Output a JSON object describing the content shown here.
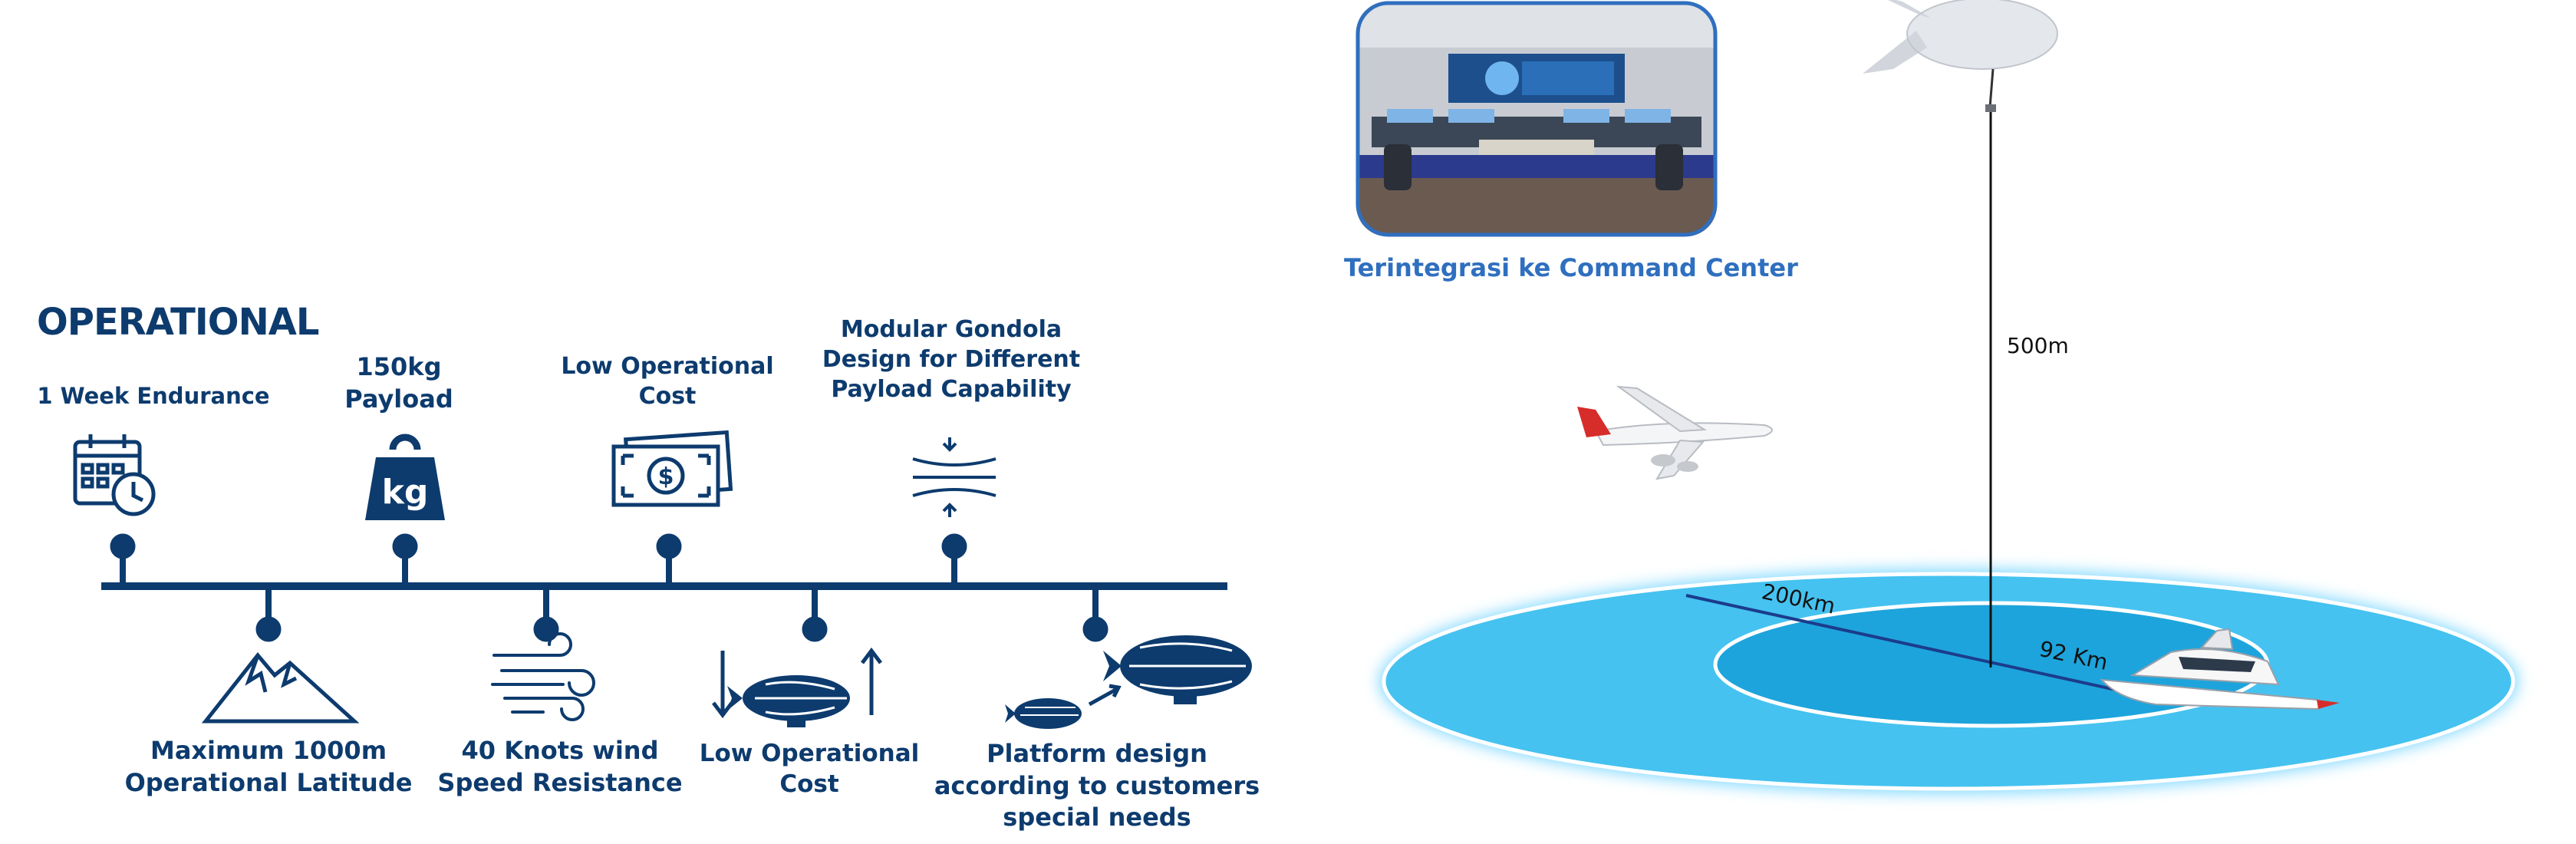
{
  "operational": {
    "title": "OPERATIONAL",
    "top_items": [
      {
        "label": "1 Week Endurance",
        "icon": "calendar-clock-icon"
      },
      {
        "label": "150kg\nPayload",
        "icon": "kg-weight-icon"
      },
      {
        "label": "Low Operational\nCost",
        "icon": "cash-icon"
      },
      {
        "label": "Modular Gondola\nDesign for Different\nPayload Capability",
        "icon": "compress-icon"
      }
    ],
    "bottom_items": [
      {
        "label": "Maximum 1000m\nOperational Latitude",
        "icon": "mountain-icon"
      },
      {
        "label": "40 Knots wind\nSpeed Resistance",
        "icon": "wind-icon"
      },
      {
        "label": "Low Operational\nCost",
        "icon": "airship-updown-icon"
      },
      {
        "label": "Platform design\naccording to customers\nspecial needs",
        "icon": "airships-icon"
      }
    ]
  },
  "coverage": {
    "command_center_caption": "Terintegrasi ke Command Center",
    "altitude_label": "500m",
    "outer_radius_label": "200km",
    "inner_radius_label": "92 Km"
  },
  "colors": {
    "navy": "#0d3b6e",
    "outer_disc": "#45c2f0",
    "inner_disc": "#1ea4dc",
    "caption_blue": "#2f6fbf"
  }
}
